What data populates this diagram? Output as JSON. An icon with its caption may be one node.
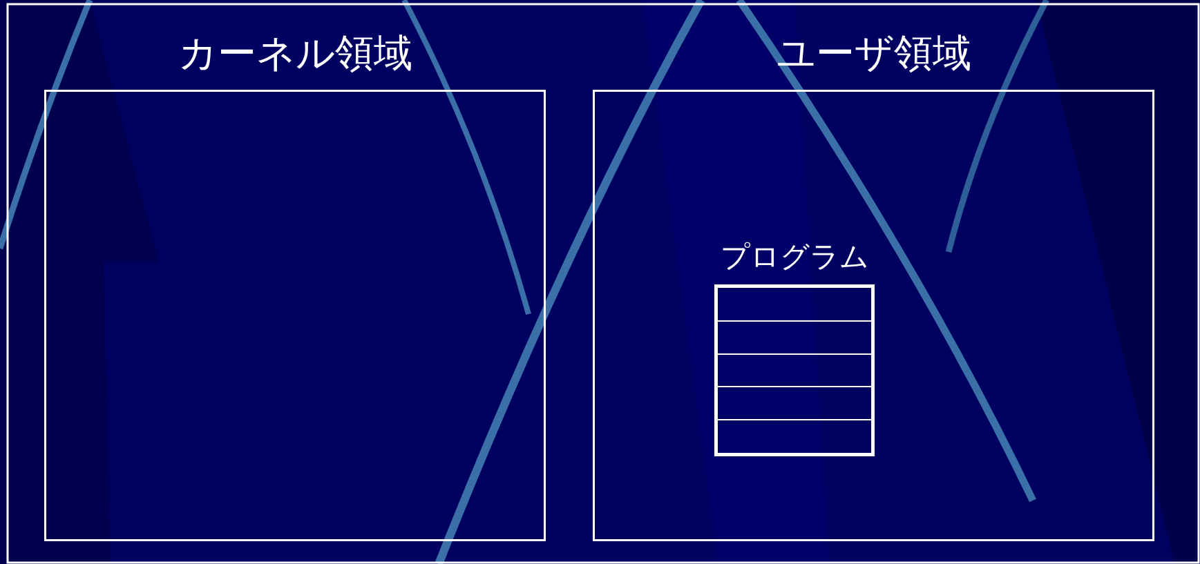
{
  "diagram": {
    "nodes": [
      {
        "text": [
          "カーネル領域"
        ]
      },
      {
        "text": [
          "ユーザ領域"
        ]
      },
      {
        "text": [
          "プログラム"
        ],
        "in": 1
      }
    ]
  }
}
